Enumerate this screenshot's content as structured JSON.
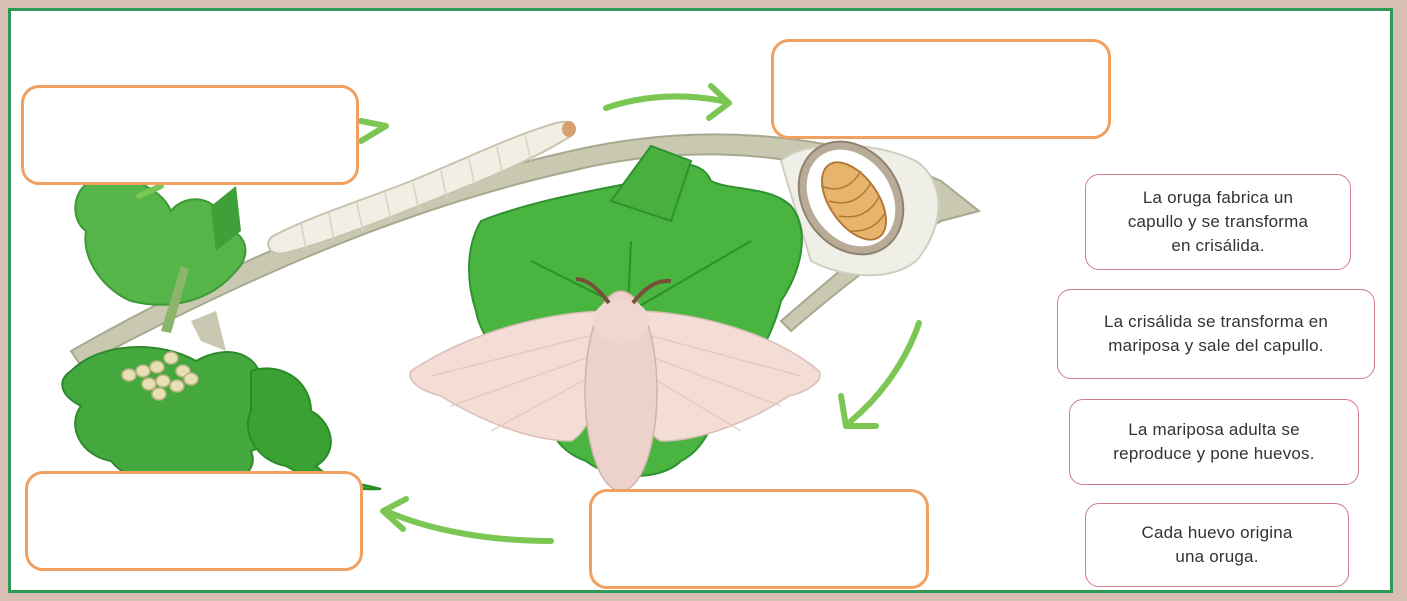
{
  "cards": [
    {
      "text": "La oruga fabrica un\ncapullo y se transforma\nen crisálida."
    },
    {
      "text": "La crisálida se transforma en\nmariposa y sale del capullo."
    },
    {
      "text": "La mariposa adulta se\nreproduce y pone huevos."
    },
    {
      "text": "Cada huevo origina\nuna oruga."
    }
  ],
  "answer_boxes": [
    {
      "id": "larva",
      "value": ""
    },
    {
      "id": "cocoon",
      "value": ""
    },
    {
      "id": "eggs",
      "value": ""
    },
    {
      "id": "moth",
      "value": ""
    }
  ],
  "colors": {
    "frame": "#2f9a55",
    "box_border": "#f0a060",
    "card_border": "#d07d86",
    "arrow": "#7cc653",
    "leaf": "#3fae3a"
  },
  "icons": [
    "silkworm-larva-icon",
    "cocoon-icon",
    "moth-icon",
    "eggs-icon",
    "mulberry-leaf-icon",
    "cycle-arrow-icon"
  ]
}
